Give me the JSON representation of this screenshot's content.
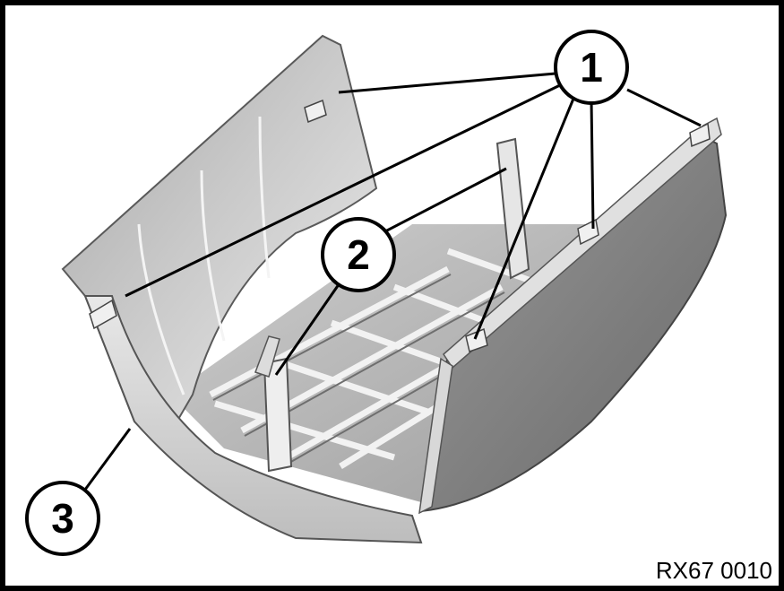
{
  "callouts": {
    "one": "1",
    "two": "2",
    "three": "3"
  },
  "figure_code": "RX67 0010"
}
